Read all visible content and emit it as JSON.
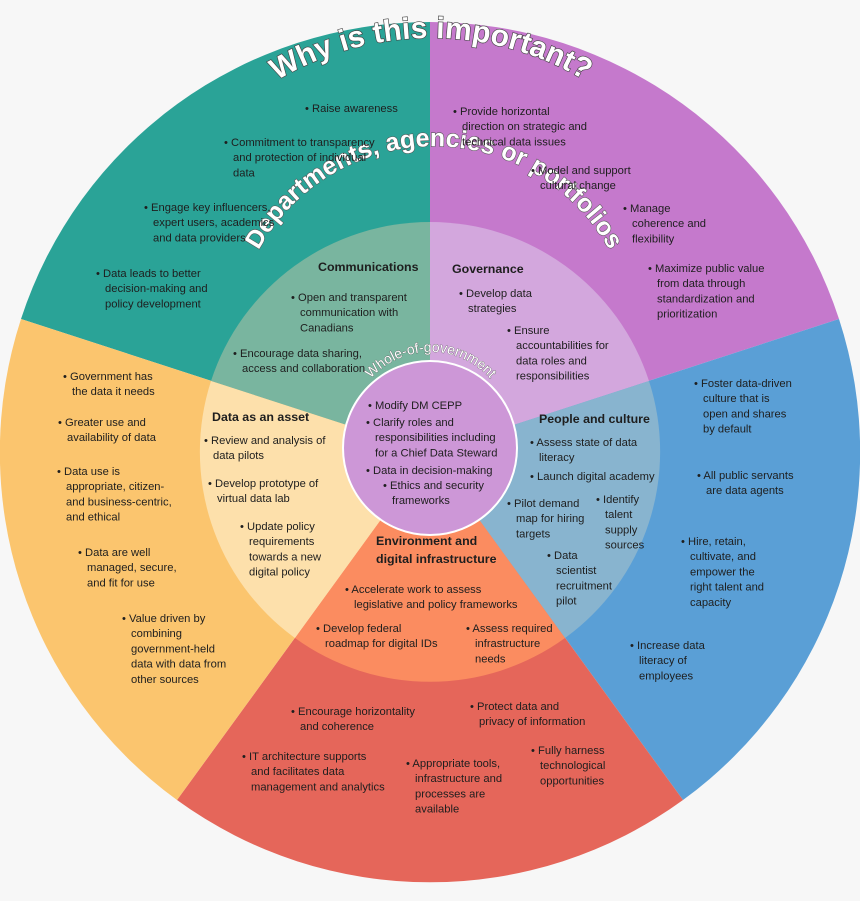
{
  "titles": {
    "outer": "Why is this important?",
    "middle": "Departments, agencies or portfolios",
    "inner": "Whole-of-government"
  },
  "colors": {
    "communications": "#2aa397",
    "governance": "#c579cc",
    "people_culture": "#5a9fd6",
    "environment": "#e5665a",
    "data_asset": "#fbc56e",
    "core": "#cd97d7",
    "middle_communications": "#79b59f",
    "middle_governance": "#d3a7dd",
    "middle_people": "#88b4cf",
    "middle_environment": "#fb8c60",
    "middle_data": "#fde0ab"
  },
  "outer": {
    "communications": {
      "items": [
        "• Raise awareness",
        "• Commitment to transparency|and protection of individual|data",
        "• Engage key influencers,|expert users, academics|and data providers",
        "• Data leads to better|decision-making and|policy development"
      ]
    },
    "governance": {
      "items": [
        "• Provide horizontal|direction on strategic and|technical data issues",
        "• Model and support|cultural change",
        "• Manage|coherence and|flexibility",
        "• Maximize public value|from data through|standardization and|prioritization"
      ]
    },
    "people_culture": {
      "items": [
        "• Foster data-driven|culture that is|open and shares|by default",
        "• All public servants|are data agents",
        "• Hire, retain,|cultivate, and|empower the|right talent and|capacity",
        "• Increase data|literacy of|employees"
      ]
    },
    "environment": {
      "items": [
        "• Encourage horizontality|and coherence",
        "• Protect data and|privacy of information",
        "• IT architecture supports|and facilitates data|management and analytics",
        "• Appropriate tools,|infrastructure and|processes are|available",
        "• Fully harness|technological|opportunities"
      ]
    },
    "data_asset": {
      "items": [
        "• Government has|the data it needs",
        "• Greater use and|availability of data",
        "• Data use is|appropriate, citizen-|and business-centric,|and ethical",
        "• Data are well|managed, secure,|and fit for use",
        "• Value driven by|combining|government-held|data with data from|other sources"
      ]
    }
  },
  "middle": {
    "communications": {
      "header": "Communications",
      "items": [
        "• Open and transparent|communication with|Canadians",
        "• Encourage data sharing,|access and collaboration"
      ]
    },
    "governance": {
      "header": "Governance",
      "items": [
        "• Develop data|strategies",
        "• Ensure|accountabilities for|data roles and|responsibilities"
      ]
    },
    "people_culture": {
      "header": "People and culture",
      "items": [
        "• Assess state of data|literacy",
        "• Launch digital academy",
        "• Pilot demand|map for hiring|targets",
        "• Identify|talent|supply|sources",
        "• Data|scientist|recruitment|pilot"
      ]
    },
    "environment": {
      "header": "Environment and|digital infrastructure",
      "items": [
        "• Accelerate work to assess|legislative and policy frameworks",
        "• Develop federal|roadmap for digital IDs",
        "• Assess required|infrastructure|needs"
      ]
    },
    "data_asset": {
      "header": "Data as an asset",
      "items": [
        "• Review and analysis of|data pilots",
        "• Develop prototype of|virtual data lab",
        "• Update policy|requirements|towards a new|digital policy"
      ]
    }
  },
  "core": {
    "items": [
      "• Modify DM CEPP",
      "• Clarify roles and|responsibilities including|for a Chief Data Steward",
      "• Data in decision-making",
      "• Ethics and security|frameworks"
    ]
  }
}
